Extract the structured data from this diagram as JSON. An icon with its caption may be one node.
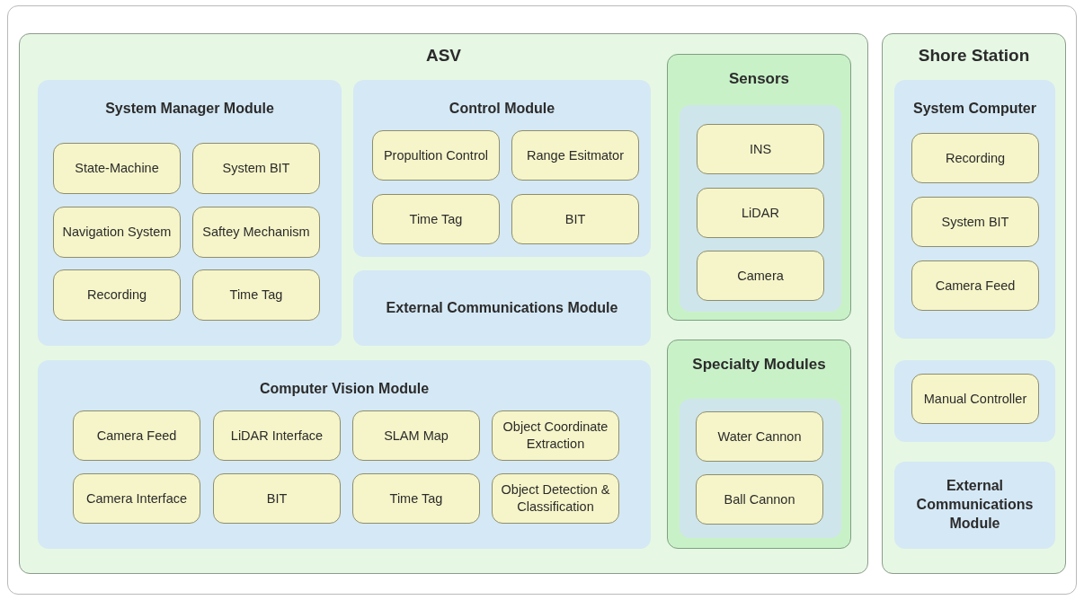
{
  "diagram": {
    "nodes": [
      {
        "text": [
          "ASV"
        ]
      },
      {
        "text": [
          "System Manager Module"
        ],
        "in": 0
      },
      {
        "text": [
          "State-Machine"
        ],
        "in": 1
      },
      {
        "text": [
          "System BIT"
        ],
        "in": 1
      },
      {
        "text": [
          "Navigation System"
        ],
        "in": 1
      },
      {
        "text": [
          "Saftey Mechanism"
        ],
        "in": 1
      },
      {
        "text": [
          "Recording"
        ],
        "in": 1
      },
      {
        "text": [
          "Time Tag"
        ],
        "in": 1
      },
      {
        "text": [
          "Control Module"
        ],
        "in": 0
      },
      {
        "text": [
          "Propultion Control"
        ],
        "in": 8
      },
      {
        "text": [
          "Range Esitmator"
        ],
        "in": 8
      },
      {
        "text": [
          "Time Tag"
        ],
        "in": 8
      },
      {
        "text": [
          "BIT"
        ],
        "in": 8
      },
      {
        "text": [
          "Sensors"
        ],
        "in": 0
      },
      {
        "text": [],
        "shape": "box",
        "in": 13
      },
      {
        "text": [
          "INS"
        ],
        "in": 14
      },
      {
        "text": [
          "LiDAR"
        ],
        "in": 14
      },
      {
        "text": [
          "Camera"
        ],
        "in": 14
      },
      {
        "text": [
          "External Communications Module"
        ],
        "in": 0
      },
      {
        "text": [
          "Specialty Modules"
        ],
        "in": 0
      },
      {
        "text": [],
        "shape": "box",
        "in": 19
      },
      {
        "text": [
          "Water Cannon"
        ],
        "in": 20
      },
      {
        "text": [
          "Ball Cannon"
        ],
        "in": 20
      },
      {
        "text": [
          "Computer Vision Module"
        ],
        "in": 0
      },
      {
        "text": [
          "Camera Feed"
        ],
        "in": 23
      },
      {
        "text": [
          "LiDAR Interface"
        ],
        "in": 23
      },
      {
        "text": [
          "SLAM Map"
        ],
        "in": 23
      },
      {
        "text": [
          "Object Coordinate Extraction"
        ],
        "in": 23
      },
      {
        "text": [
          "Camera Interface"
        ],
        "in": 23
      },
      {
        "text": [
          "BIT"
        ],
        "in": 23
      },
      {
        "text": [
          "Time Tag"
        ],
        "in": 23
      },
      {
        "text": [
          "Object Detection & Classification"
        ],
        "in": 23
      },
      {
        "text": [
          "Shore Station"
        ]
      },
      {
        "text": [
          "System Computer"
        ],
        "in": 32
      },
      {
        "text": [
          "Recording"
        ],
        "in": 33
      },
      {
        "text": [
          "System BIT"
        ],
        "in": 33
      },
      {
        "text": [
          "Camera Feed"
        ],
        "in": 33
      },
      {
        "text": [],
        "shape": "box",
        "in": 32
      },
      {
        "text": [
          "Manual Controller"
        ],
        "in": 37
      },
      {
        "text": [
          "External Communications Module"
        ],
        "in": 32
      }
    ]
  }
}
